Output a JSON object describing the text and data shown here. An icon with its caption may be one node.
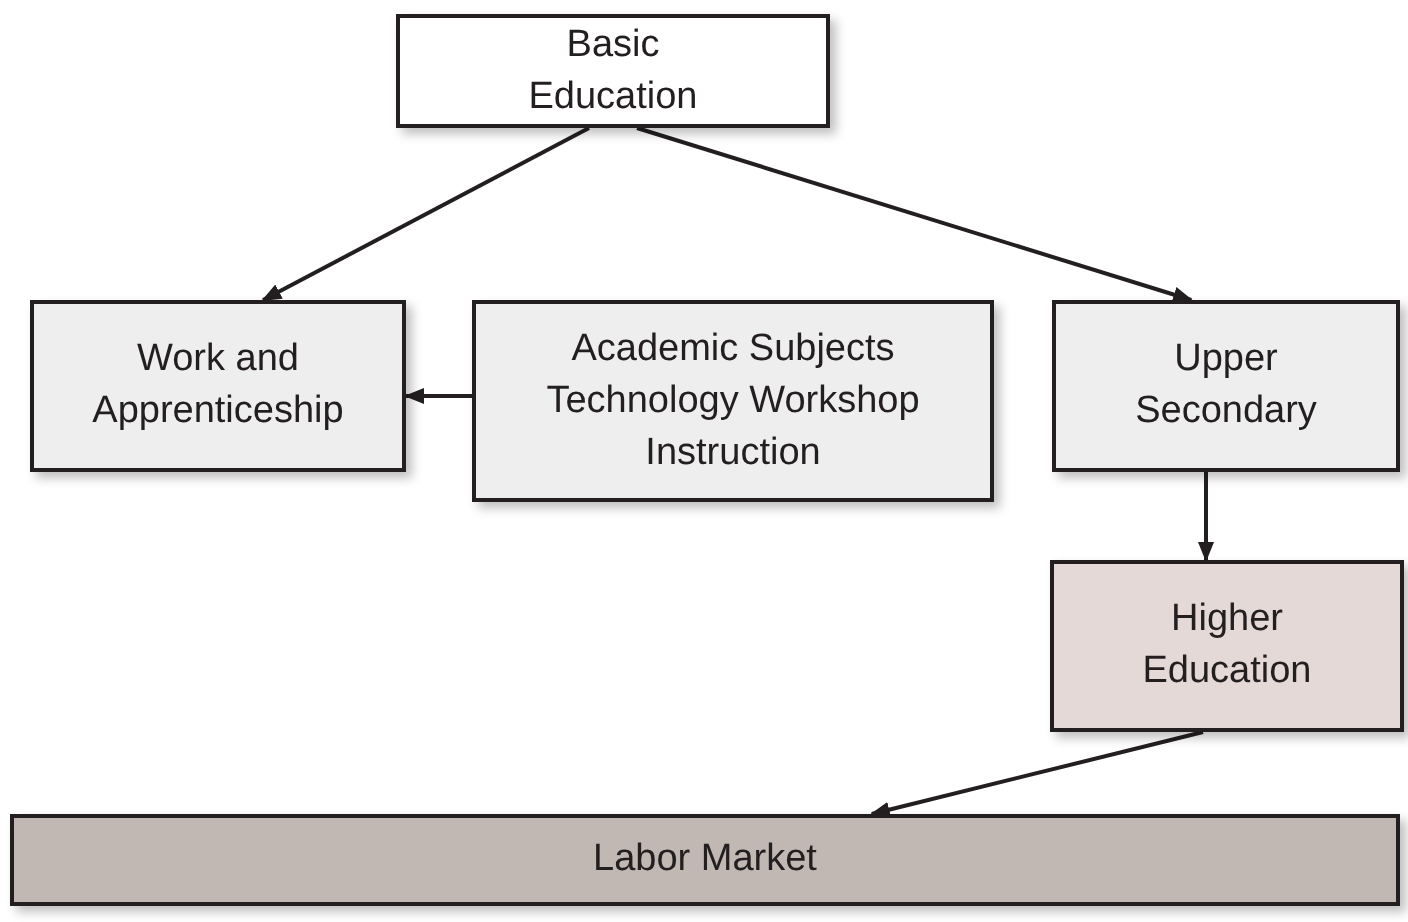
{
  "diagram": {
    "nodes": [
      {
        "text": [
          "Basic Education"
        ]
      },
      {
        "text": [
          "Work and Apprenticeship"
        ]
      },
      {
        "text": [
          "Academic Subjects Technology Workshop Instruction"
        ]
      },
      {
        "text": [
          "Upper Secondary"
        ]
      },
      {
        "text": [
          "Higher Education"
        ]
      },
      {
        "text": [
          "Labor Market"
        ]
      }
    ],
    "edges": [
      {
        "from": 0,
        "to": 1,
        "arrow": "to"
      },
      {
        "from": 0,
        "to": 3,
        "arrow": "to"
      },
      {
        "from": 2,
        "to": 1,
        "arrow": "to"
      },
      {
        "from": 3,
        "to": 4,
        "arrow": "to"
      },
      {
        "from": 4,
        "to": 5,
        "arrow": "to"
      }
    ]
  }
}
